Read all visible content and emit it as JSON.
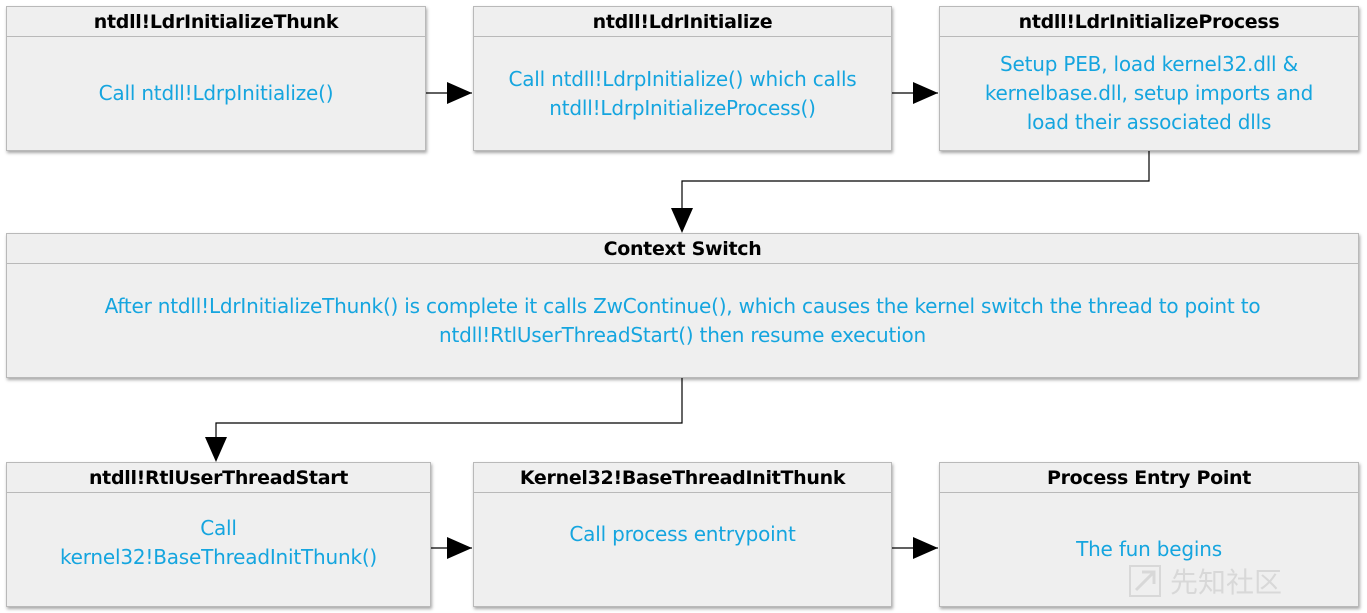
{
  "boxes": {
    "ldr_initialize_thunk": {
      "title": "ntdll!LdrInitializeThunk",
      "body": "Call ntdll!LdrpInitialize()"
    },
    "ldr_initialize": {
      "title": "ntdll!LdrInitialize",
      "body": "Call ntdll!LdrpInitialize() which calls\nntdll!LdrpInitializeProcess()"
    },
    "ldr_initialize_process": {
      "title": "ntdll!LdrInitializeProcess",
      "body": "Setup PEB, load kernel32.dll &\nkernelbase.dll, setup imports and\nload their associated dlls"
    },
    "context_switch": {
      "title": "Context Switch",
      "body": "After ntdll!LdrInitializeThunk() is complete it calls ZwContinue(), which causes the kernel switch the thread to point to\nntdll!RtlUserThreadStart() then resume execution"
    },
    "rtl_user_thread_start": {
      "title": "ntdll!RtlUserThreadStart",
      "body": "Call\nkernel32!BaseThreadInitThunk()"
    },
    "base_thread_init_thunk": {
      "title": "Kernel32!BaseThreadInitThunk",
      "body": "Call process entrypoint"
    },
    "process_entry_point": {
      "title": "Process Entry Point",
      "body": "The fun begins"
    }
  },
  "colors": {
    "box_fill": "#efefef",
    "box_border": "#b9b9b9",
    "title_text": "#000000",
    "body_text": "#15a5df",
    "connector": "#000000"
  },
  "watermark": {
    "icon": "watermark-logo-icon",
    "text": "先知社区"
  }
}
